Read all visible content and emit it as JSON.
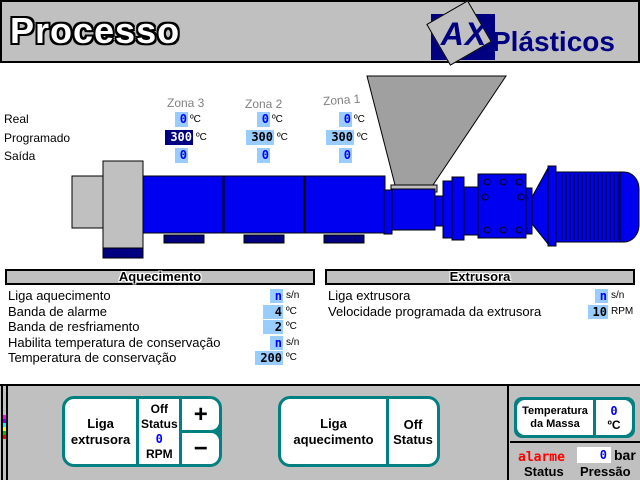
{
  "header": {
    "title": "Processo",
    "logo": {
      "ax": "AX",
      "name": "Plásticos"
    }
  },
  "colors": {
    "machine_blue": "#0000ff",
    "navy": "#000080",
    "field_bg": "#99ccff",
    "teal": "#008080",
    "alarm_red": "#ff0000",
    "panel_gray": "#c0c0c0"
  },
  "zones": {
    "row_labels": [
      "Real",
      "Programado",
      "Saída"
    ],
    "unit_temp": "ºC",
    "columns": [
      {
        "label": "Zona 3",
        "real": "0",
        "programado": "300",
        "saida": "0"
      },
      {
        "label": "Zona 2",
        "real": "0",
        "programado": "300",
        "saida": "0"
      },
      {
        "label": "Zona 1",
        "real": "0",
        "programado": "300",
        "saida": "0"
      }
    ]
  },
  "aquecimento": {
    "title": "Aquecimento",
    "rows": [
      {
        "label": "Liga aquecimento",
        "value": "n",
        "unit": "s/n"
      },
      {
        "label": "Banda de alarme",
        "value": "4",
        "unit": "ºC"
      },
      {
        "label": "Banda de resfriamento",
        "value": "2",
        "unit": "ºC"
      },
      {
        "label": "Habilita temperatura de conservação",
        "value": "n",
        "unit": "s/n"
      },
      {
        "label": "Temperatura de conservação",
        "value": "200",
        "unit": "ºC"
      }
    ]
  },
  "extrusora": {
    "title": "Extrusora",
    "rows": [
      {
        "label": "Liga extrusora",
        "value": "n",
        "unit": "s/n"
      },
      {
        "label": "Velocidade programada da extrusora",
        "value": "10",
        "unit": "RPM"
      }
    ]
  },
  "controls": {
    "extruder_button": {
      "line1": "Liga",
      "line2": "extrusora"
    },
    "extruder_status": {
      "state": "Off",
      "label": "Status",
      "value": "0",
      "unit": "RPM"
    },
    "increase": "+",
    "decrease": "−",
    "heating_button": {
      "line1": "Liga",
      "line2": "aquecimento"
    },
    "heating_status": {
      "state": "Off",
      "label": "Status"
    },
    "mass_temp": {
      "line1": "Temperatura",
      "line2": "da Massa",
      "value": "0",
      "unit": "ºC"
    },
    "pressure": {
      "alarm": "alarme",
      "status_label": "Status",
      "value": "0",
      "unit": "bar",
      "label": "Pressão"
    }
  }
}
